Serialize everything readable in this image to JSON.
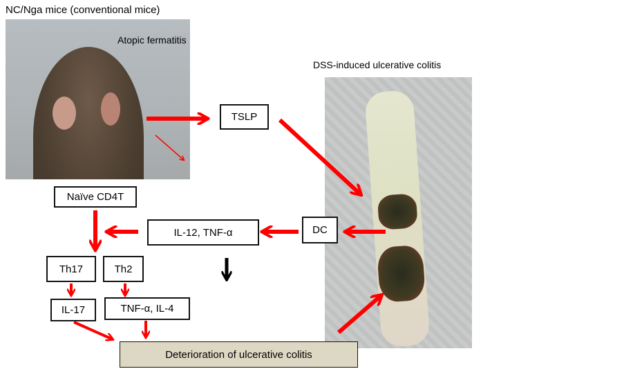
{
  "title": "NC/Nga mice (conventional mice)",
  "mouse_label": "Atopic fermatitis",
  "colon_label": "DSS-induced ulcerative colitis",
  "boxes": {
    "tslp": "TSLP",
    "naive": "Naïve CD4T",
    "il12": "IL-12, TNF-α",
    "dc": "DC",
    "th17": "Th17",
    "th2": "Th2",
    "il17": "IL-17",
    "tnf_il4": "TNF-α, IL-4",
    "outcome": "Deterioration of ulcerative colitis"
  },
  "colors": {
    "arrow": "#ff0000",
    "outcome_fill": "#ddd8c4"
  }
}
